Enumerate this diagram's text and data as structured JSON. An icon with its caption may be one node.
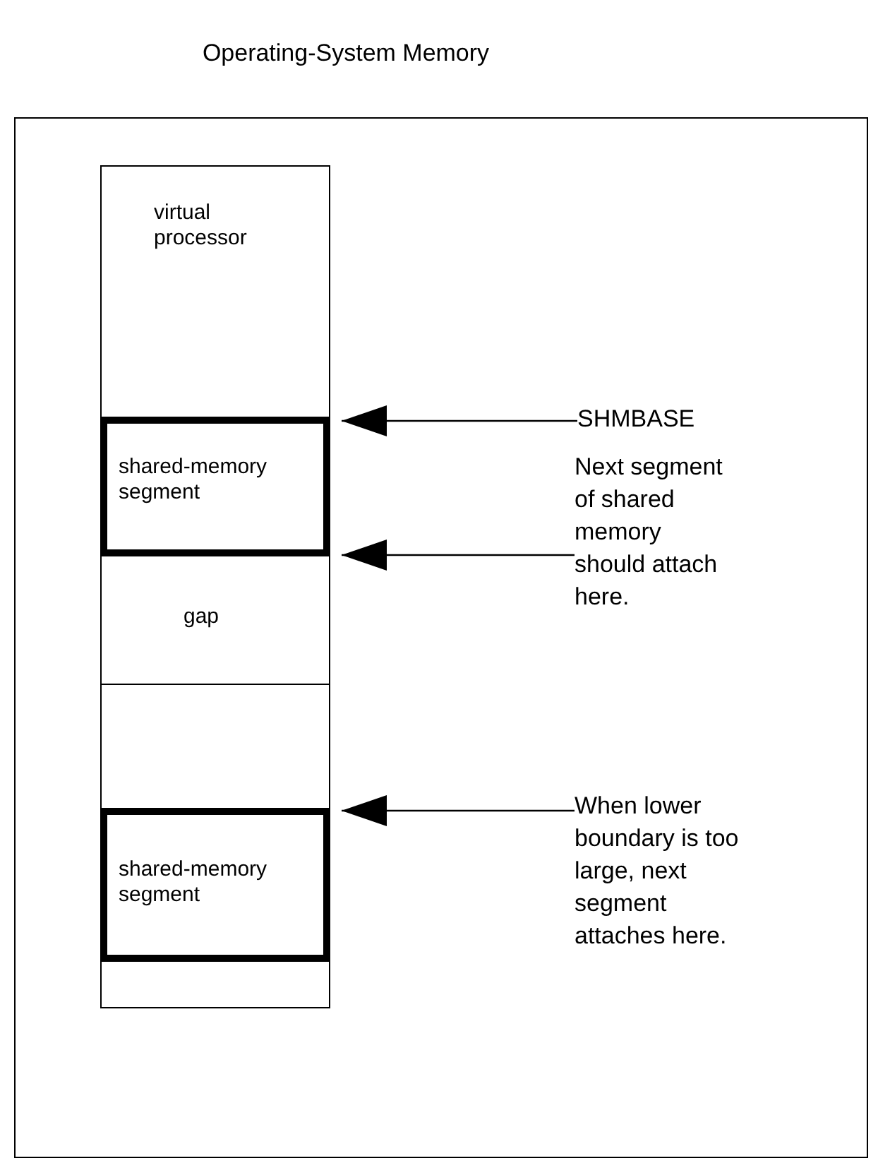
{
  "diagram": {
    "title": "Operating-System Memory",
    "nodes": [
      {
        "text": [],
        "shape": "box"
      },
      {
        "text": [
          "virtual processor"
        ],
        "in": 0
      },
      {
        "text": [
          "shared-memory segment"
        ],
        "in": 0
      },
      {
        "text": [
          "gap"
        ],
        "in": 0
      },
      {
        "text": [],
        "shape": "box",
        "in": 0
      },
      {
        "text": [
          "shared-memory segment"
        ],
        "in": 0
      },
      {
        "text": [],
        "shape": "box",
        "in": 0
      },
      {
        "text": [
          "SHMBASE"
        ],
        "in": 0
      },
      {
        "text": [
          "Next segment of shared memory should attach here."
        ],
        "in": 0
      },
      {
        "text": [
          "When lower boundary is too large, next segment attaches here."
        ],
        "in": 0
      }
    ],
    "edges": [
      {
        "from": 7,
        "to": 2,
        "arrow": "to"
      },
      {
        "from": 8,
        "to": 3,
        "arrow": "to"
      },
      {
        "from": 9,
        "to": 5,
        "arrow": "to"
      }
    ]
  }
}
